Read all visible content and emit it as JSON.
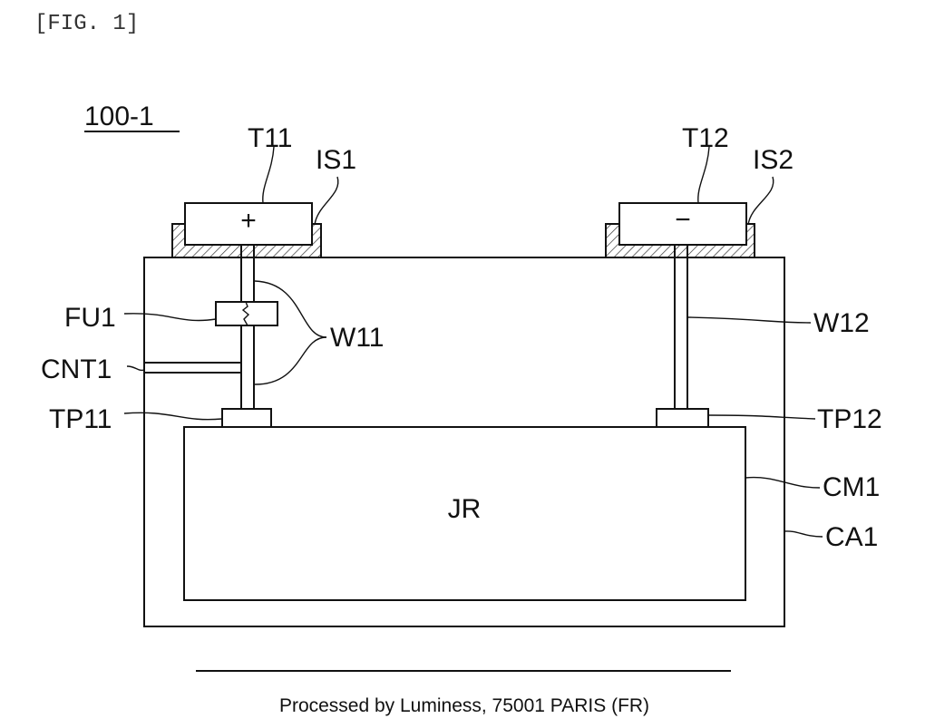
{
  "figure_header": "[FIG. 1]",
  "reference_numeral": "100-1",
  "terminals": {
    "positive": {
      "label": "T11",
      "symbol": "+"
    },
    "negative": {
      "label": "T12",
      "symbol": "−"
    }
  },
  "insulators": {
    "first": "IS1",
    "second": "IS2"
  },
  "fuse_label": "FU1",
  "connector_label": "CNT1",
  "wire_labels": {
    "first": "W11",
    "second": "W12"
  },
  "tab_labels": {
    "first": "TP11",
    "second": "TP12"
  },
  "jelly_roll_label": "JR",
  "case_member_label": "CM1",
  "case_label": "CA1",
  "footer_text": "Processed by Luminess, 75001 PARIS (FR)"
}
